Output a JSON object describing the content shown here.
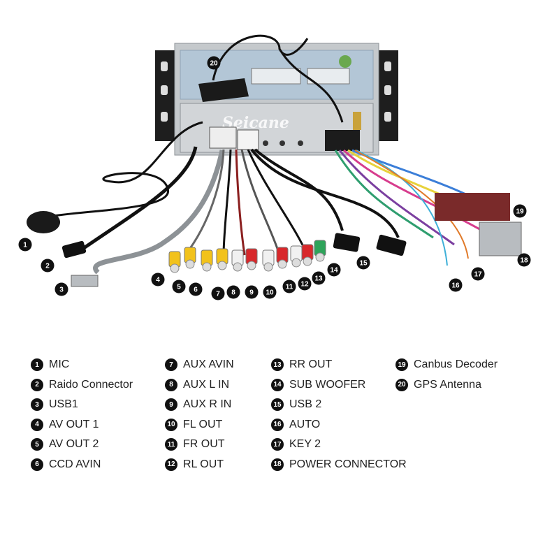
{
  "brand": {
    "watermark": "Seicane"
  },
  "components": [
    {
      "num": "1",
      "label": "MIC"
    },
    {
      "num": "2",
      "label": "Raido Connector"
    },
    {
      "num": "3",
      "label": "USB1"
    },
    {
      "num": "4",
      "label": "AV OUT 1"
    },
    {
      "num": "5",
      "label": "AV OUT 2"
    },
    {
      "num": "6",
      "label": "CCD AVIN"
    },
    {
      "num": "7",
      "label": "AUX AVIN"
    },
    {
      "num": "8",
      "label": "AUX L IN"
    },
    {
      "num": "9",
      "label": "AUX R IN"
    },
    {
      "num": "10",
      "label": "FL OUT"
    },
    {
      "num": "11",
      "label": "FR OUT"
    },
    {
      "num": "12",
      "label": "RL OUT"
    },
    {
      "num": "13",
      "label": "RR OUT"
    },
    {
      "num": "14",
      "label": "SUB WOOFER"
    },
    {
      "num": "15",
      "label": "USB 2"
    },
    {
      "num": "16",
      "label": "AUTO"
    },
    {
      "num": "17",
      "label": "KEY 2"
    },
    {
      "num": "18",
      "label": "POWER CONNECTOR"
    },
    {
      "num": "19",
      "label": "Canbus Decoder"
    },
    {
      "num": "20",
      "label": "GPS Antenna"
    }
  ],
  "colors": {
    "rca_yellow": "#f2c21b",
    "rca_red": "#d8282b",
    "rca_white": "#f1f1f1",
    "rca_green": "#2ea35a",
    "unit_metal": "#c5c9cc",
    "bracket": "#222222",
    "decoder": "#7a2a2a",
    "connector_gray": "#b8bcc0"
  }
}
